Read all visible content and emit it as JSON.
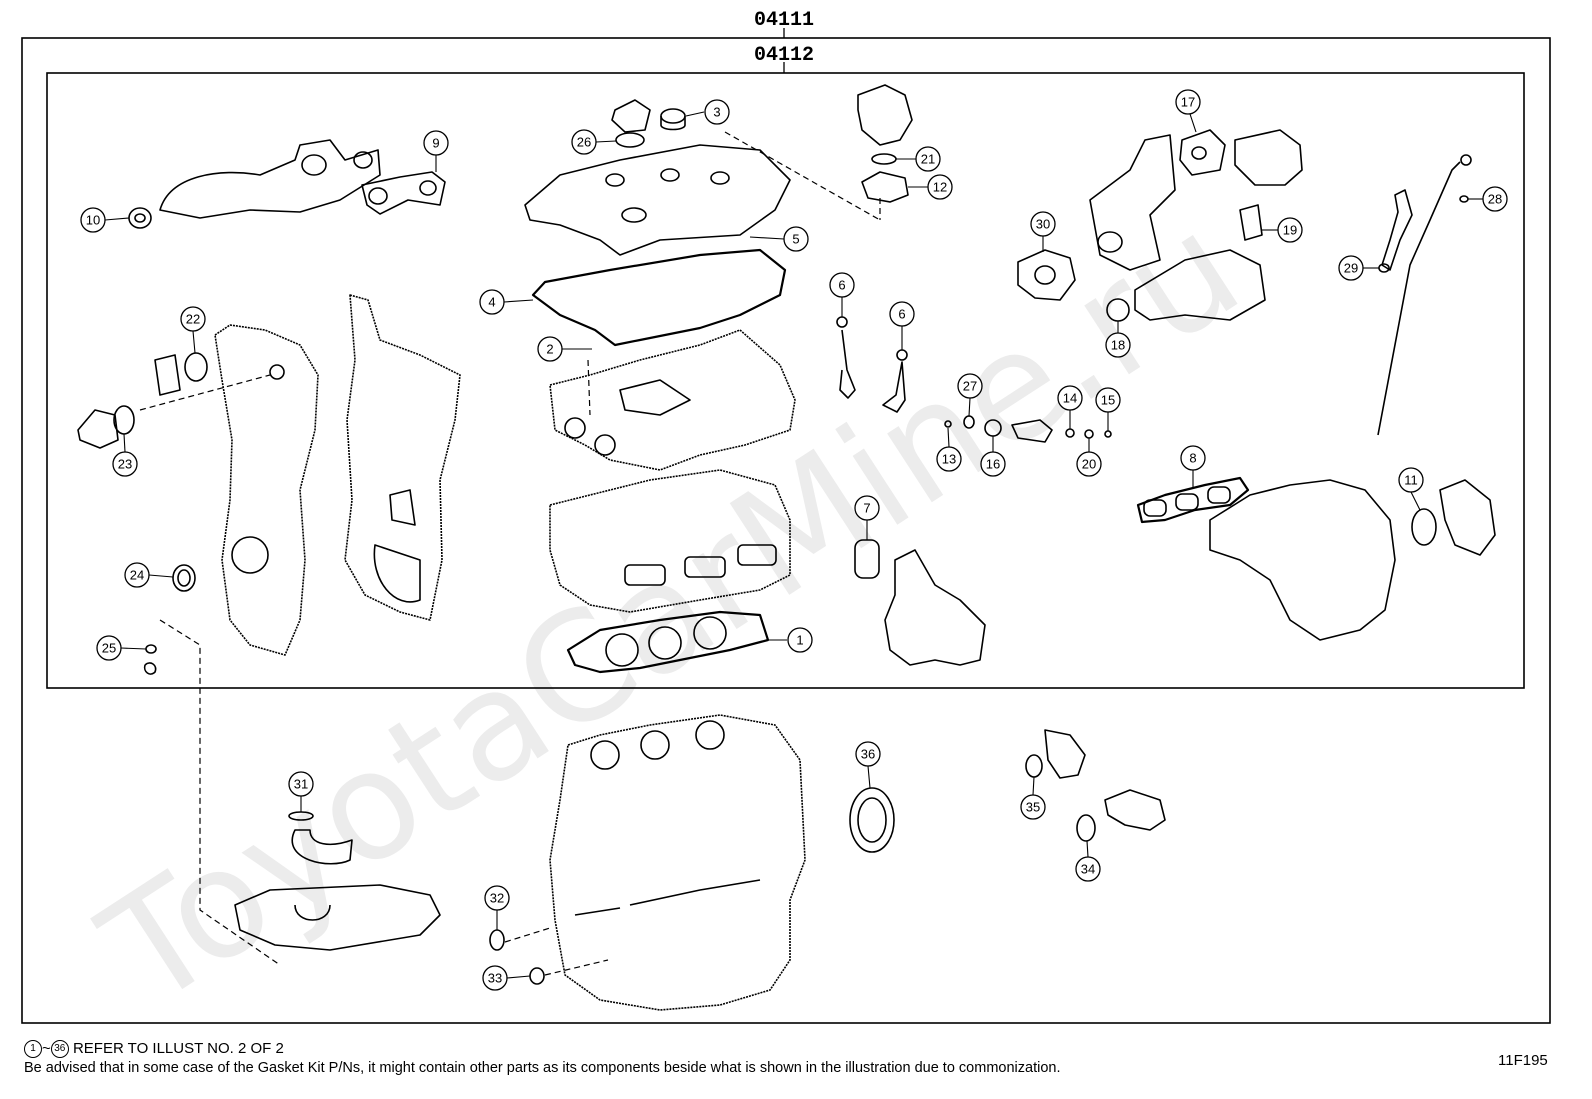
{
  "kit_codes": {
    "outer": "04111",
    "inner": "04112"
  },
  "illustration_id": "11F195",
  "watermark": "ToyotaCarMine.ru",
  "footnotes": {
    "range_start": "1",
    "range_sep": "~",
    "range_end": "36",
    "refer": "REFER TO ILLUST NO. 2 OF 2",
    "advise": "Be advised that in some case of the Gasket Kit P/Ns,  it might contain other parts as its components beside what is shown in the illustration due to commonization."
  },
  "parts": [
    "1",
    "2",
    "3",
    "4",
    "5",
    "6",
    "6",
    "7",
    "8",
    "9",
    "10",
    "11",
    "12",
    "13",
    "14",
    "15",
    "16",
    "17",
    "18",
    "19",
    "20",
    "21",
    "22",
    "23",
    "24",
    "25",
    "26",
    "27",
    "28",
    "29",
    "30",
    "31",
    "32",
    "33",
    "34",
    "35",
    "36"
  ]
}
